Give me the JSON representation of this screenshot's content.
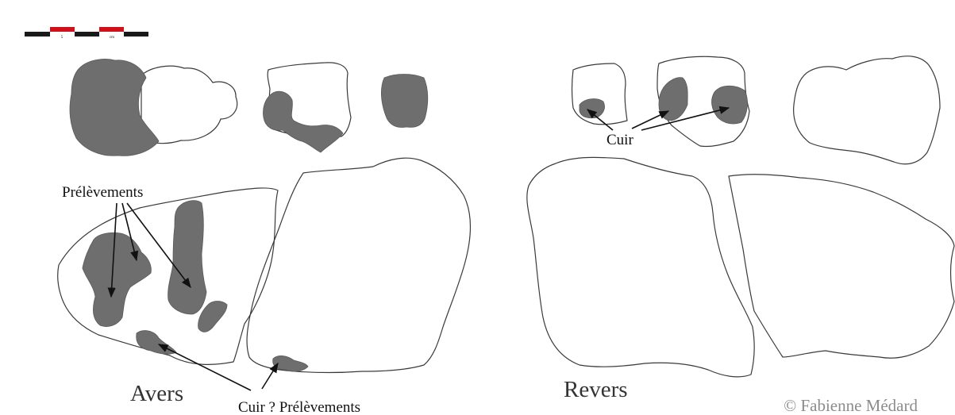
{
  "scale_bar": {
    "label_left": "5",
    "label_right": "cm",
    "colors": {
      "dark": "#1a1a1a",
      "accent": "#d0111b"
    }
  },
  "labels": {
    "avers": "Avers",
    "revers": "Revers",
    "prelevements": "Prélèvements",
    "cuir_prelevements": "Cuir ? Prélèvements",
    "cuir": "Cuir"
  },
  "copyright": "© Fabienne Médard",
  "colors": {
    "fragment_fill": "#6e6e6e",
    "outline": "#3a3a3a"
  }
}
